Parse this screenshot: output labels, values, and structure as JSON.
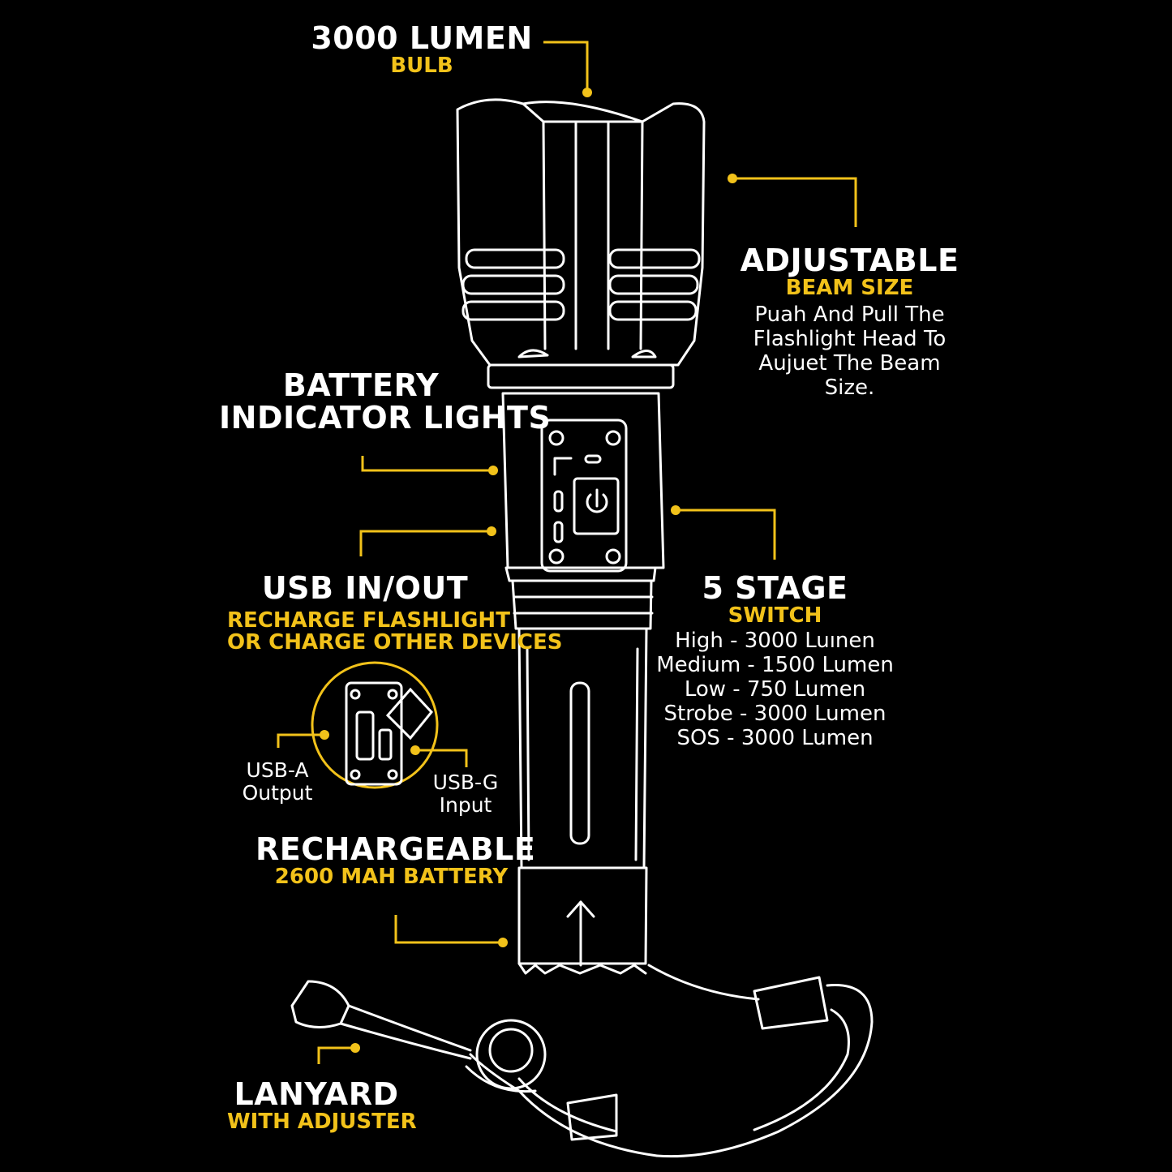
{
  "colors": {
    "background": "#000000",
    "accent": "#f2c21a",
    "outline": "#ffffff"
  },
  "callouts": {
    "bulb": {
      "title": "3000 LUMEN",
      "subtitle": "BULB"
    },
    "beam": {
      "title": "ADJUSTABLE",
      "subtitle": "BEAM SIZE",
      "description": [
        "Puah And Pull The",
        "Flashlight Head To",
        "Aujuet The Beam",
        "Size."
      ]
    },
    "battery_indicator": {
      "title_lines": [
        "BATTERY",
        "INDICATOR LIGHTS"
      ]
    },
    "usb": {
      "title": "USB IN/OUT",
      "subtitle_lines": [
        "RECHARGE FLASHLIGHT",
        "OR CHARGE OTHER DEVICES"
      ],
      "output_label": [
        "USB-A",
        "Output"
      ],
      "input_label": [
        "USB-G",
        "Input"
      ]
    },
    "switch": {
      "title": "5 STAGE",
      "subtitle": "SWITCH",
      "modes": [
        "High - 3000 Luınen",
        "Medium - 1500 Lumen",
        "Low - 750 Lumen",
        "Strobe - 3000 Lumen",
        "SOS - 3000 Lumen"
      ]
    },
    "rechargeable": {
      "title": "RECHARGEABLE",
      "subtitle": "2600 MAH BATTERY"
    },
    "lanyard": {
      "title": "LANYARD",
      "subtitle": "WITH ADJUSTER"
    }
  }
}
